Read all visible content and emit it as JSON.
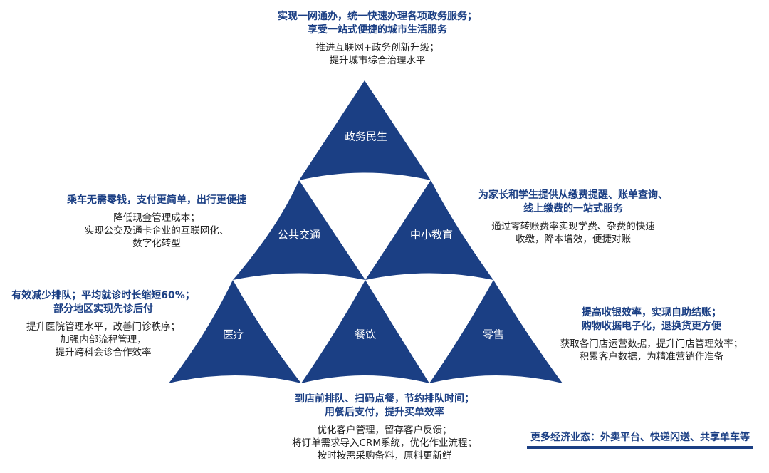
{
  "colors": {
    "segment_fill": "#1b3f84",
    "heading_text": "#1b3f84",
    "body_text": "#222222"
  },
  "segments": {
    "gov": "政务民生",
    "transit": "公共交通",
    "edu": "中小教育",
    "medical": "医疗",
    "food": "餐饮",
    "retail": "零售"
  },
  "gov_block": {
    "headline": [
      "实现一网通办，统一快速办理各项政务服务；",
      "享受一站式便捷的城市生活服务"
    ],
    "details": [
      "推进互联网+政务创新升级；",
      "提升城市综合治理水平"
    ]
  },
  "transit_block": {
    "headline": [
      "乘车无需零钱，支付更简单，出行更便捷"
    ],
    "details": [
      "降低现金管理成本；",
      "实现公交及通卡企业的互联网化、",
      "数字化转型"
    ]
  },
  "edu_block": {
    "headline": [
      "为家长和学生提供从缴费提醒、账单查询、",
      "线上缴费的一站式服务"
    ],
    "details": [
      "通过零转账费率实现学费、杂费的快速",
      "收缴，降本增效，便捷对账"
    ]
  },
  "medical_block": {
    "headline": [
      "有效减少排队；平均就诊时长缩短60%；",
      "部分地区实现先诊后付"
    ],
    "details": [
      "提升医院管理水平，改善门诊秩序；",
      "加强内部流程管理，",
      "提升跨科会诊合作效率"
    ]
  },
  "retail_block": {
    "headline": [
      "提高收银效率，实现自助结账；",
      "购物收据电子化，退换货更方便"
    ],
    "details": [
      "获取各门店运营数据，提升门店管理效率；",
      "积累客户数据，为精准营销作准备"
    ]
  },
  "food_block": {
    "headline": [
      "到店前排队、扫码点餐，节约排队时间；",
      "用餐后支付，提升买单效率"
    ],
    "details": [
      "优化客户管理，留存客户反馈；",
      "将订单需求导入CRM系统，优化作业流程；",
      "按时按需采购备料，原料更新鲜"
    ]
  },
  "footer": {
    "note": "更多经济业态：外卖平台、快递闪送、共享单车等"
  }
}
